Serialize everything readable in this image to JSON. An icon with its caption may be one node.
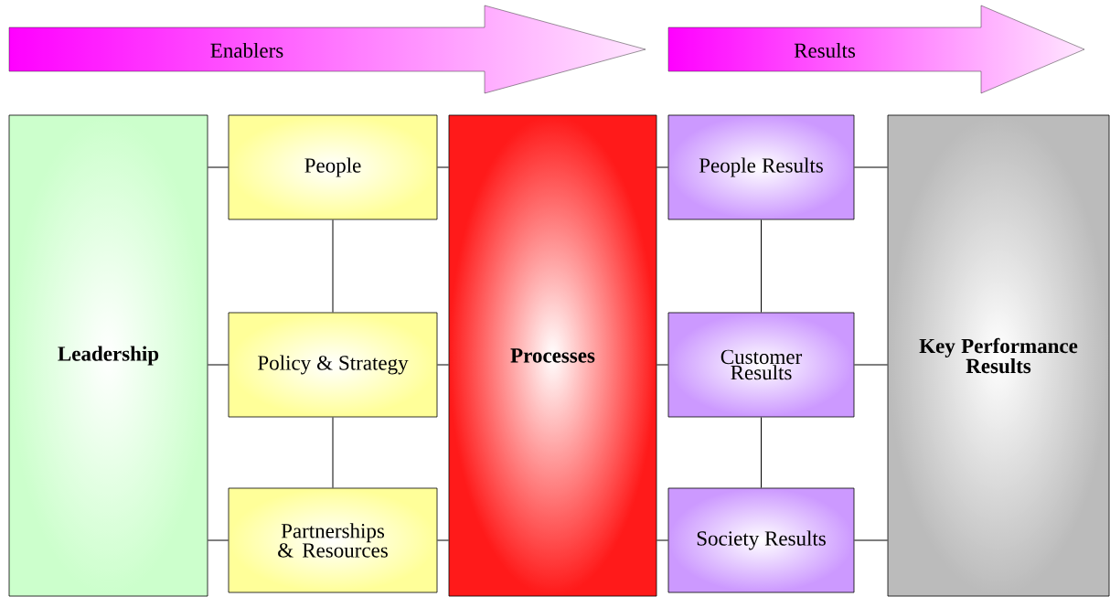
{
  "diagram": {
    "nodes": [
      {
        "text": [
          "Enablers"
        ]
      },
      {
        "text": [
          "Results"
        ]
      },
      {
        "text": [
          "**Leadership**"
        ]
      },
      {
        "text": [
          "People"
        ]
      },
      {
        "text": [
          "Policy & Strategy"
        ]
      },
      {
        "text": [
          "Partnerships & Resources"
        ]
      },
      {
        "text": [
          "**Processes**"
        ]
      },
      {
        "text": [
          "People Results"
        ]
      },
      {
        "text": [
          "Customer Results"
        ]
      },
      {
        "text": [
          "Society Results"
        ]
      },
      {
        "text": [
          "**Key Performance Results**"
        ]
      }
    ],
    "edges": [
      {
        "from": 2,
        "to": 3,
        "arrow": "none"
      },
      {
        "from": 2,
        "to": 4,
        "arrow": "none"
      },
      {
        "from": 2,
        "to": 5,
        "arrow": "none"
      },
      {
        "from": 3,
        "to": 4,
        "arrow": "none"
      },
      {
        "from": 4,
        "to": 5,
        "arrow": "none"
      },
      {
        "from": 3,
        "to": 6,
        "arrow": "none"
      },
      {
        "from": 4,
        "to": 6,
        "arrow": "none"
      },
      {
        "from": 5,
        "to": 6,
        "arrow": "none"
      },
      {
        "from": 6,
        "to": 7,
        "arrow": "none"
      },
      {
        "from": 6,
        "to": 8,
        "arrow": "none"
      },
      {
        "from": 6,
        "to": 9,
        "arrow": "none"
      },
      {
        "from": 7,
        "to": 8,
        "arrow": "none"
      },
      {
        "from": 8,
        "to": 9,
        "arrow": "none"
      },
      {
        "from": 7,
        "to": 10,
        "arrow": "none"
      },
      {
        "from": 8,
        "to": 10,
        "arrow": "none"
      },
      {
        "from": 9,
        "to": 10,
        "arrow": "none"
      }
    ]
  }
}
